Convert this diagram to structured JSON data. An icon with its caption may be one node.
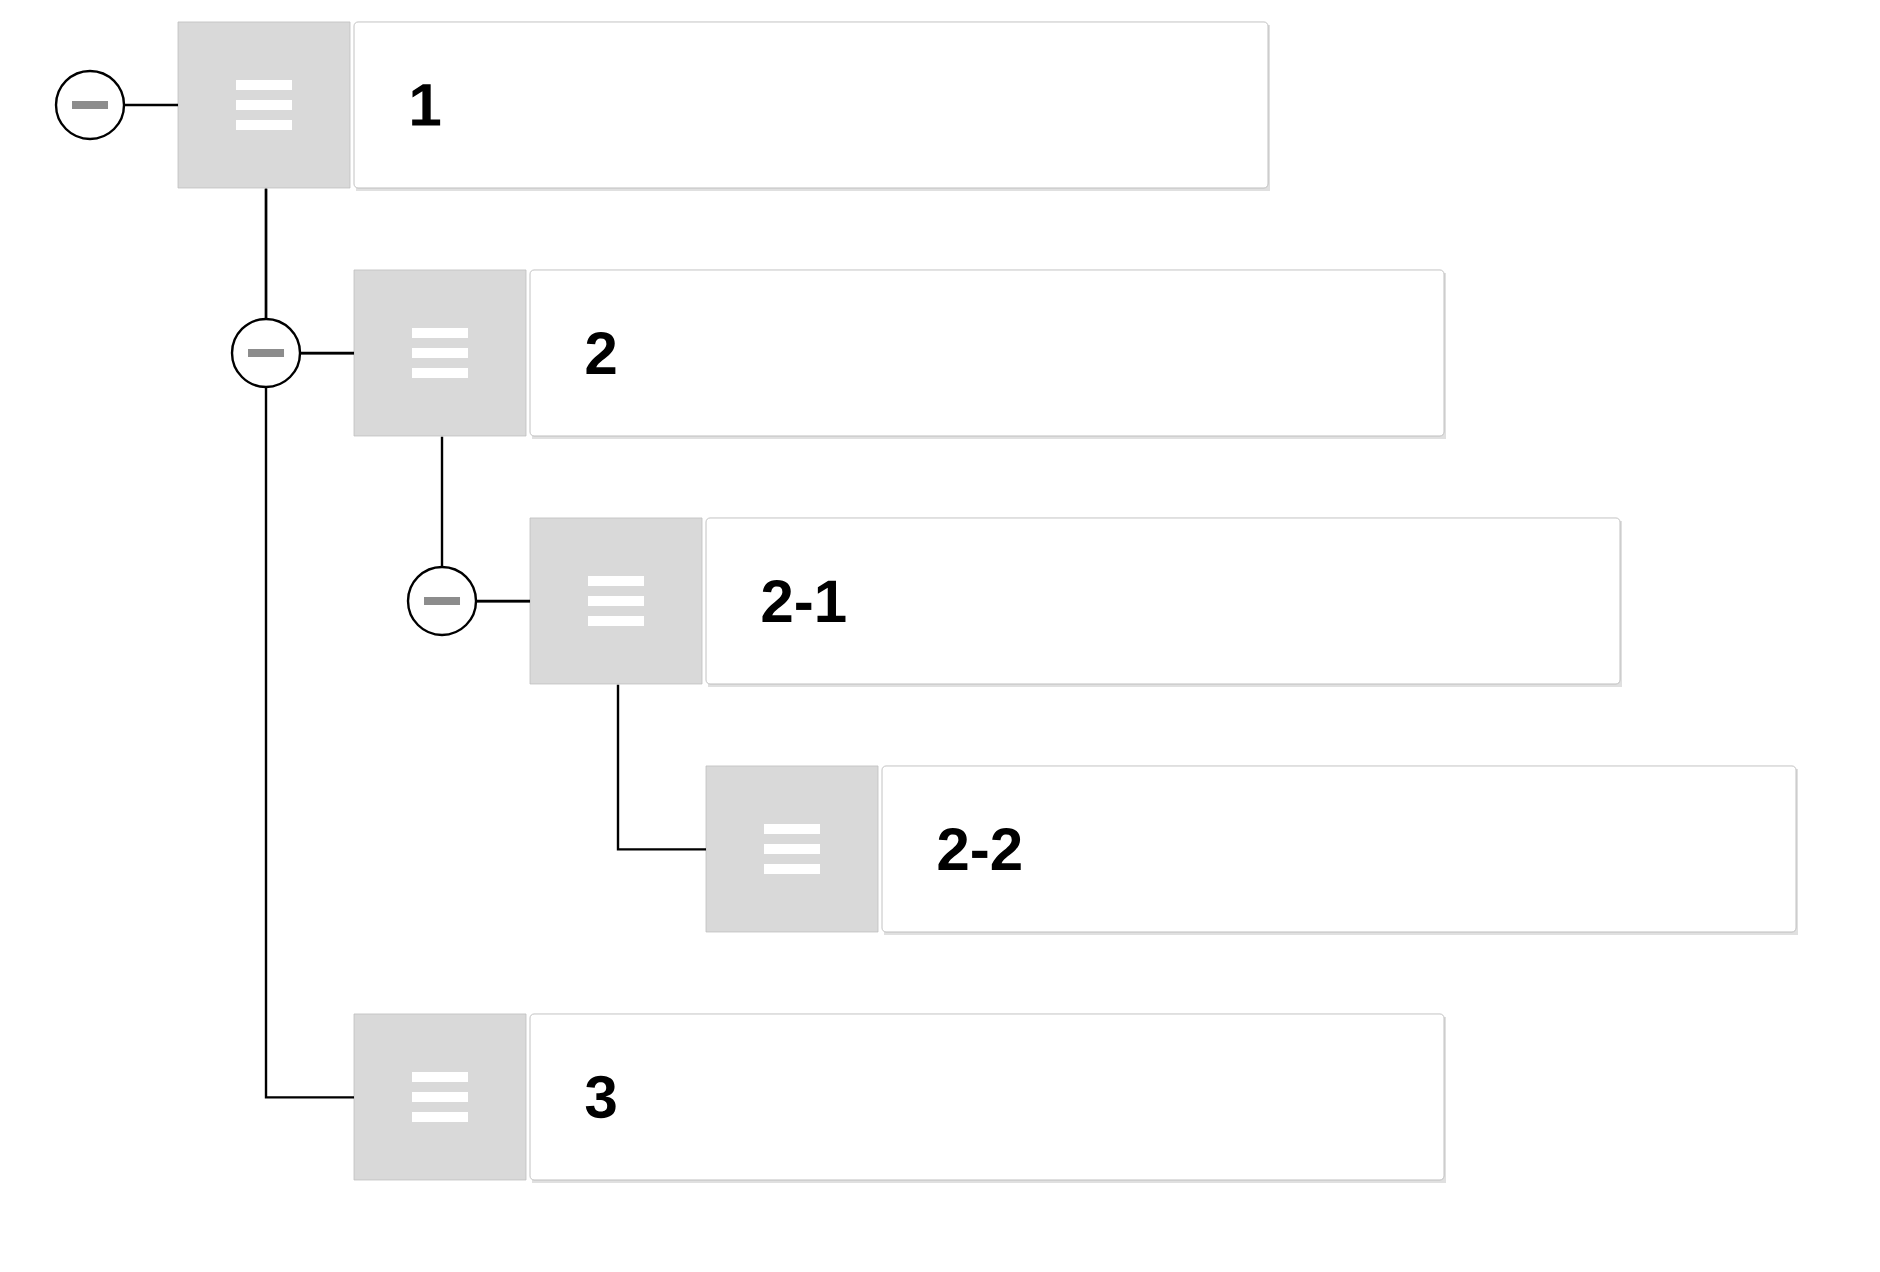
{
  "diagram": {
    "nodes": [
      {
        "text": [
          "1"
        ]
      },
      {
        "text": [
          "2"
        ]
      },
      {
        "text": [
          "2-1"
        ]
      },
      {
        "text": [
          "2-2"
        ]
      },
      {
        "text": [
          "3"
        ]
      }
    ],
    "edges": [
      {
        "from": 0,
        "to": 1,
        "arrow": "none"
      },
      {
        "from": 1,
        "to": 2,
        "arrow": "none"
      },
      {
        "from": 2,
        "to": 3,
        "arrow": "none"
      },
      {
        "from": 0,
        "to": 4,
        "arrow": "none"
      }
    ]
  }
}
